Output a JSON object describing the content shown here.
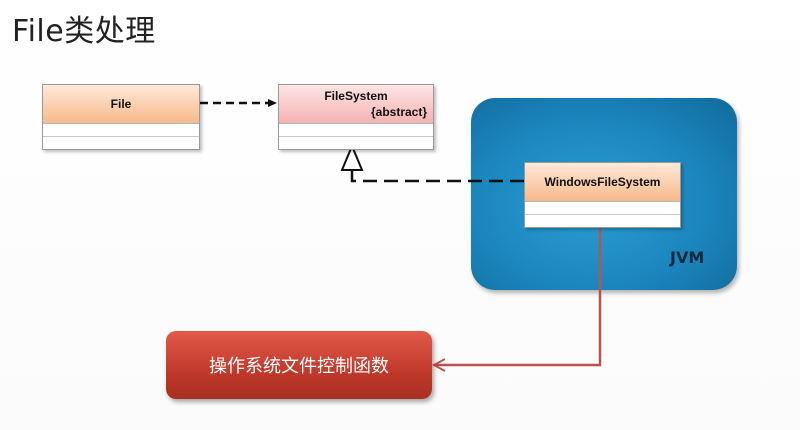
{
  "title": "File类处理",
  "container": {
    "label": "JVM"
  },
  "classes": {
    "file": {
      "name": "File"
    },
    "filesystem": {
      "name": "FileSystem",
      "stereotype": "{abstract}"
    },
    "windowsfilesystem": {
      "name": "WindowsFileSystem"
    }
  },
  "native_box": {
    "label": "操作系统文件控制函数"
  },
  "relations": [
    {
      "from": "File",
      "to": "FileSystem",
      "style": "dashed",
      "kind": "dependency"
    },
    {
      "from": "WindowsFileSystem",
      "to": "FileSystem",
      "style": "dashed",
      "kind": "realization"
    },
    {
      "from": "WindowsFileSystem",
      "to": "操作系统文件控制函数",
      "style": "solid",
      "kind": "call"
    }
  ],
  "colors": {
    "jvm": "#1b86bd",
    "class_orange": "#f8b98a",
    "class_pink": "#f5b3b3",
    "native_box": "#c0392b",
    "call_line": "#b85450"
  }
}
